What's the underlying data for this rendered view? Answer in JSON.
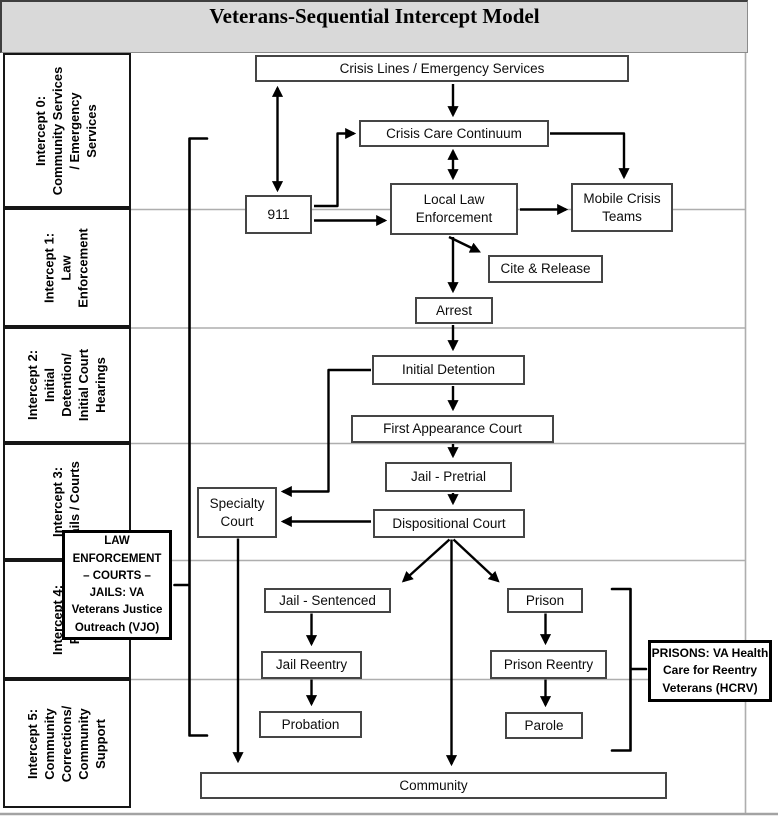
{
  "title": "Veterans-Sequential Intercept Model",
  "sidebar": {
    "intercepts": [
      {
        "id": "intercept-0",
        "label": "Intercept 0:\nCommunity Services\n/ Emergency\nServices"
      },
      {
        "id": "intercept-1",
        "label": "Intercept 1:\nLaw\nEnforcement"
      },
      {
        "id": "intercept-2",
        "label": "Intercept 2:\nInitial\nDetention/\nInitial Court\nHearings"
      },
      {
        "id": "intercept-3",
        "label": "Intercept 3:\nJails / Courts"
      },
      {
        "id": "intercept-4",
        "label": "Intercept 4:\nReentry"
      },
      {
        "id": "intercept-5",
        "label": "Intercept 5:\nCommunity\nCorrections/\nCommunity\nSupport"
      }
    ]
  },
  "nodes": {
    "crisis_lines": "Crisis Lines / Emergency Services",
    "crisis_care": "Crisis Care Continuum",
    "nine_one_one": "911",
    "local_law": "Local Law\nEnforcement",
    "mobile_crisis": "Mobile Crisis\nTeams",
    "cite_release": "Cite & Release",
    "arrest": "Arrest",
    "initial_detention": "Initial Detention",
    "first_appearance": "First Appearance Court",
    "jail_pretrial": "Jail - Pretrial",
    "specialty_court": "Specialty\nCourt",
    "dispositional_court": "Dispositional Court",
    "jail_sentenced": "Jail - Sentenced",
    "prison": "Prison",
    "jail_reentry": "Jail Reentry",
    "prison_reentry": "Prison Reentry",
    "probation": "Probation",
    "parole": "Parole",
    "community": "Community"
  },
  "callouts": {
    "vjo": "LAW\nENFORCEMENT\n– COURTS –\nJAILS: VA\nVeterans Justice\nOutreach (VJO)",
    "hcrv": "PRISONS: VA Health\nCare for Reentry\nVeterans (HCRV)"
  },
  "colors": {
    "title_bar_bg": "#d9d9d9",
    "row_divider_gray": "#aeaeae",
    "connector_black": "#000000",
    "box_border": "#454545"
  }
}
